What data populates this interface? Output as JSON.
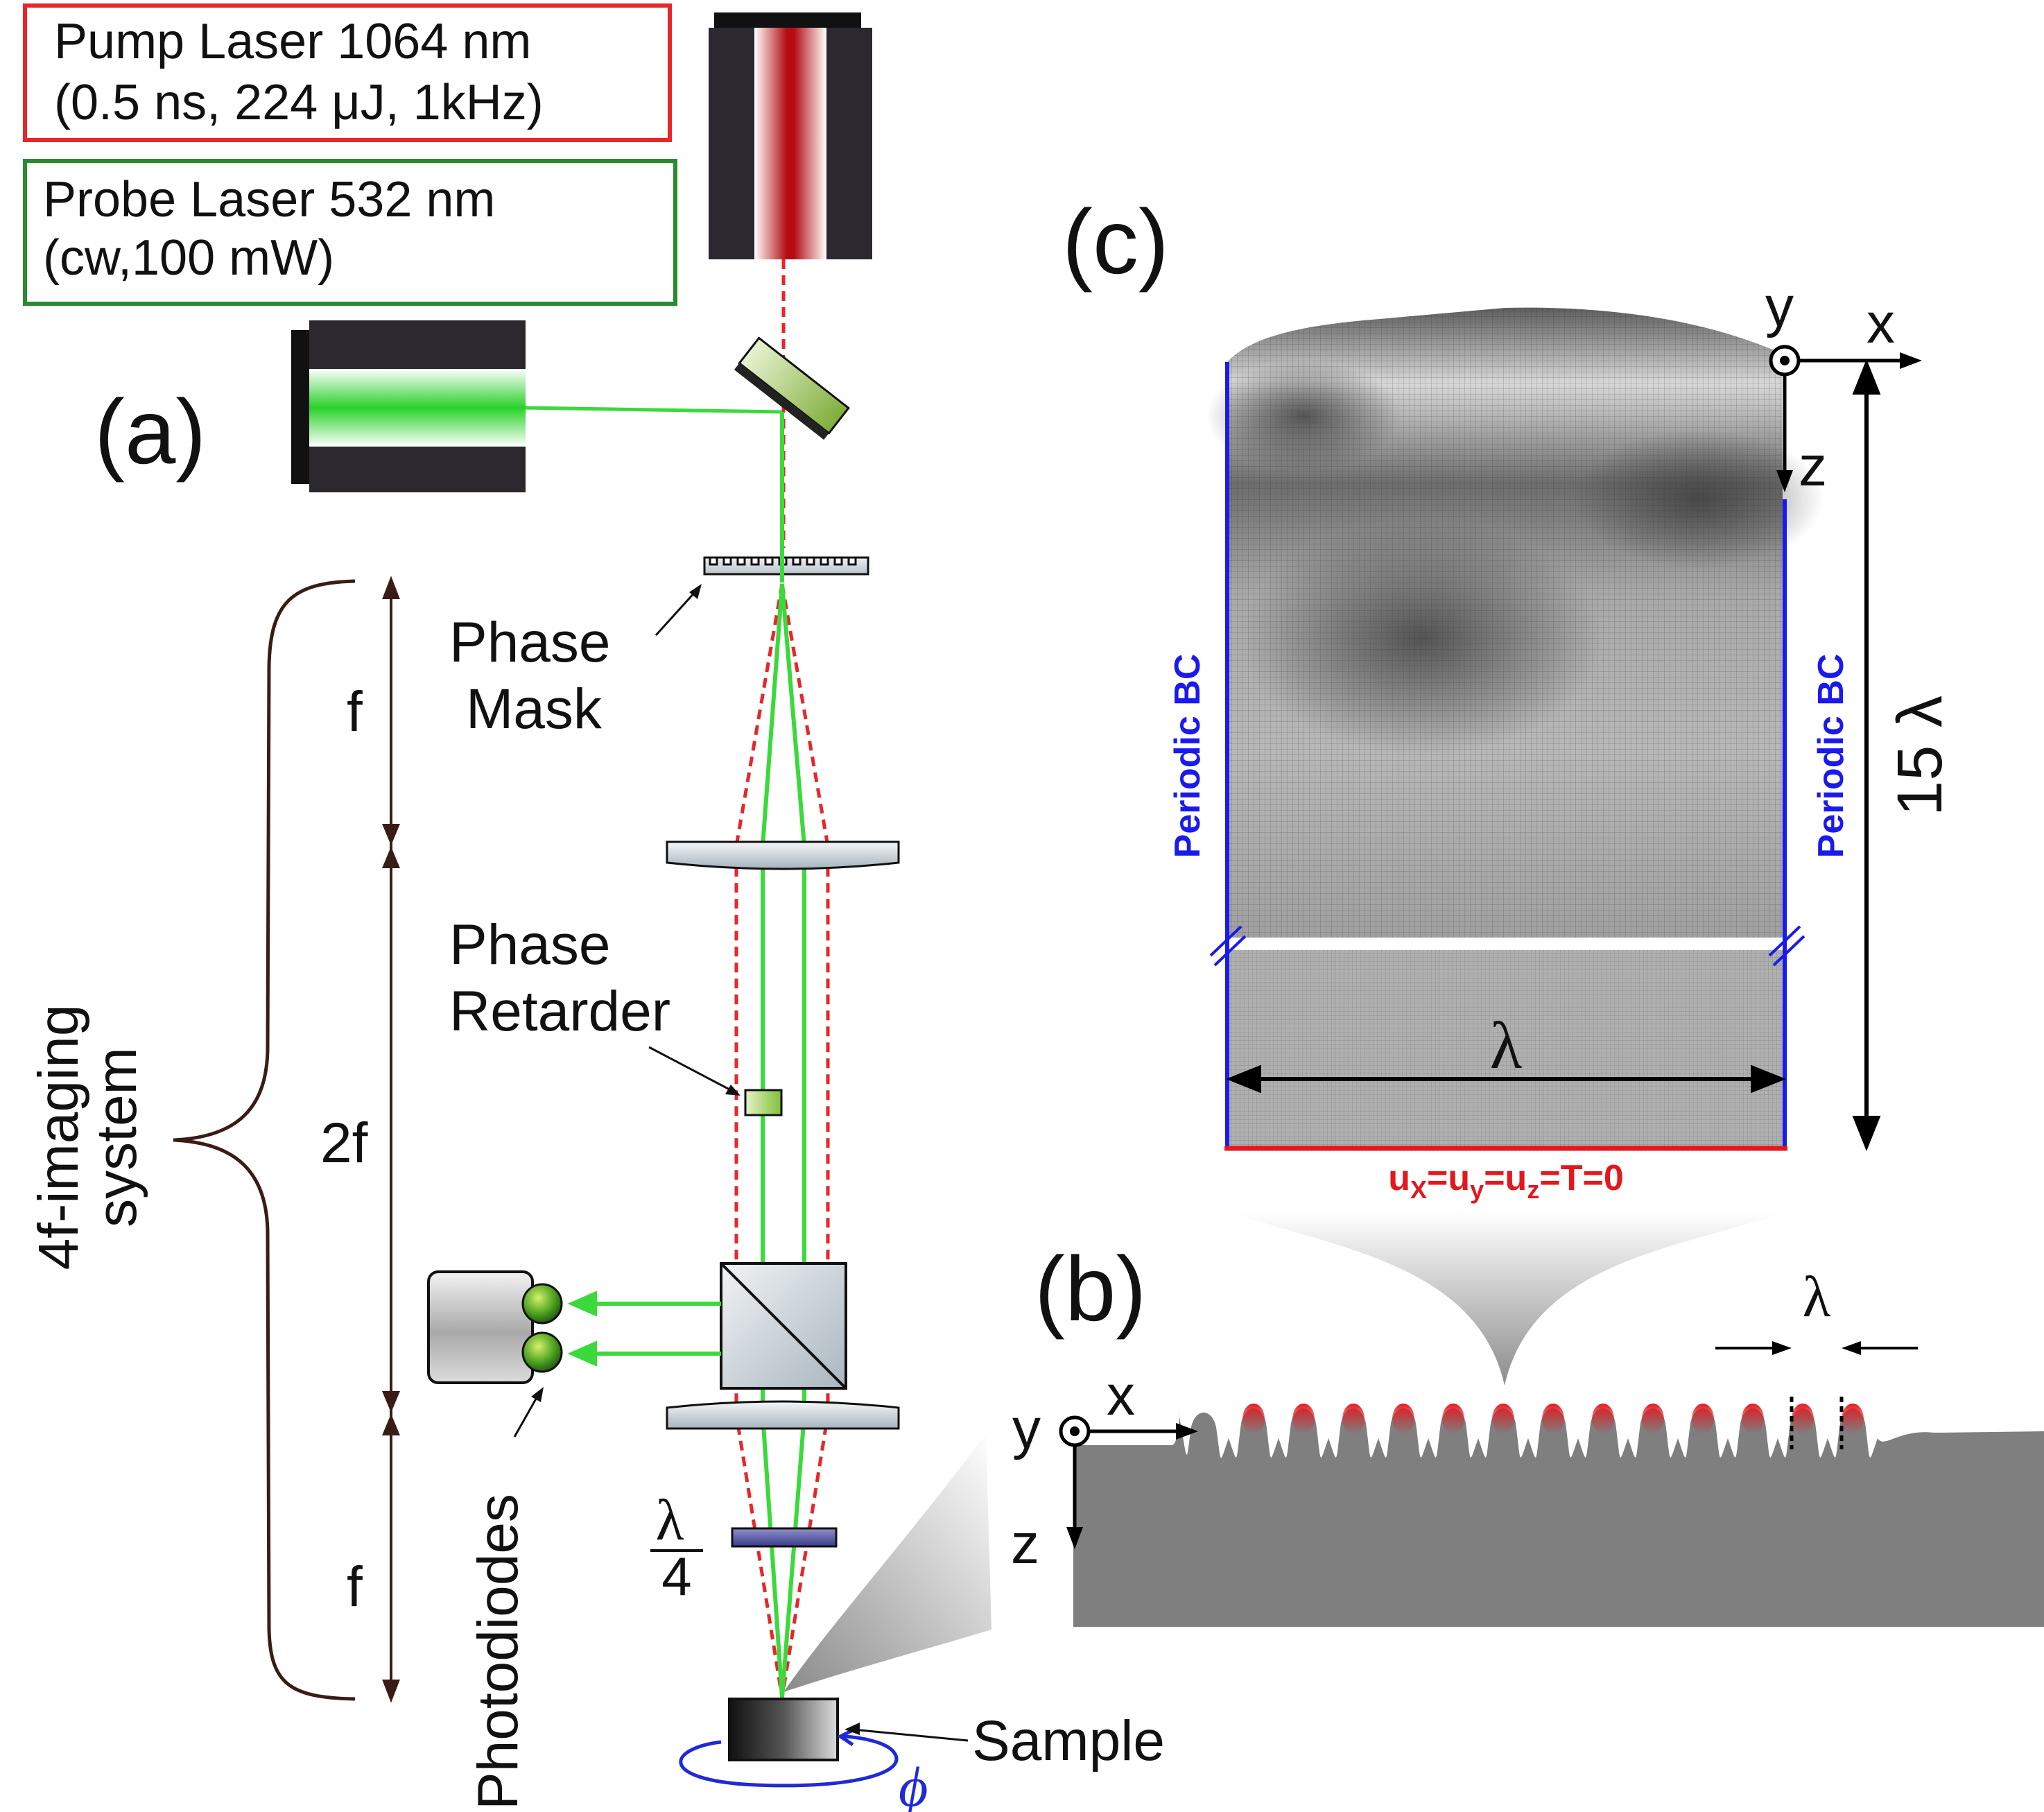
{
  "laser_boxes": {
    "pump_line1": "Pump Laser 1064 nm",
    "pump_line2": "(0.5 ns, 224 μJ, 1kHz)",
    "probe_line1": "Probe Laser 532 nm",
    "probe_line2": "(cw,100 mW)"
  },
  "panel_labels": {
    "a": "(a)",
    "b": "(b)",
    "c": "(c)"
  },
  "optics_labels": {
    "phase_mask_1": "Phase",
    "phase_mask_2": "Mask",
    "phase_retarder_1": "Phase",
    "phase_retarder_2": "Retarder",
    "photodiodes": "Photodiodes",
    "sample": "Sample",
    "phi": "ϕ",
    "quarter_wave_num": "λ",
    "quarter_wave_den": "4"
  },
  "imaging_system": {
    "label_1": "4f-imaging",
    "label_2": "system",
    "f_top": "f",
    "two_f": "2f",
    "f_bottom": "f"
  },
  "panel_b": {
    "x": "x",
    "y": "y",
    "z": "z",
    "lambda": "λ"
  },
  "panel_c": {
    "x": "x",
    "y": "y",
    "z": "z",
    "lambda": "λ",
    "height": "15 λ",
    "left_bc": "Periodic BC",
    "right_bc": "Periodic BC",
    "bottom_bc_pre": "u",
    "bottom_bc_x": "X",
    "bottom_bc_eq1": "=u",
    "bottom_bc_y": "y",
    "bottom_bc_eq2": "=u",
    "bottom_bc_z": "z",
    "bottom_bc_post": "=T=0"
  },
  "colors": {
    "pump": "#e8262a",
    "probe": "#3bd93b",
    "boundary_blue": "#1a1aee",
    "boundary_red": "#e3181e",
    "brace": "#3a1c16",
    "phi_blue": "#1f2ad8"
  }
}
